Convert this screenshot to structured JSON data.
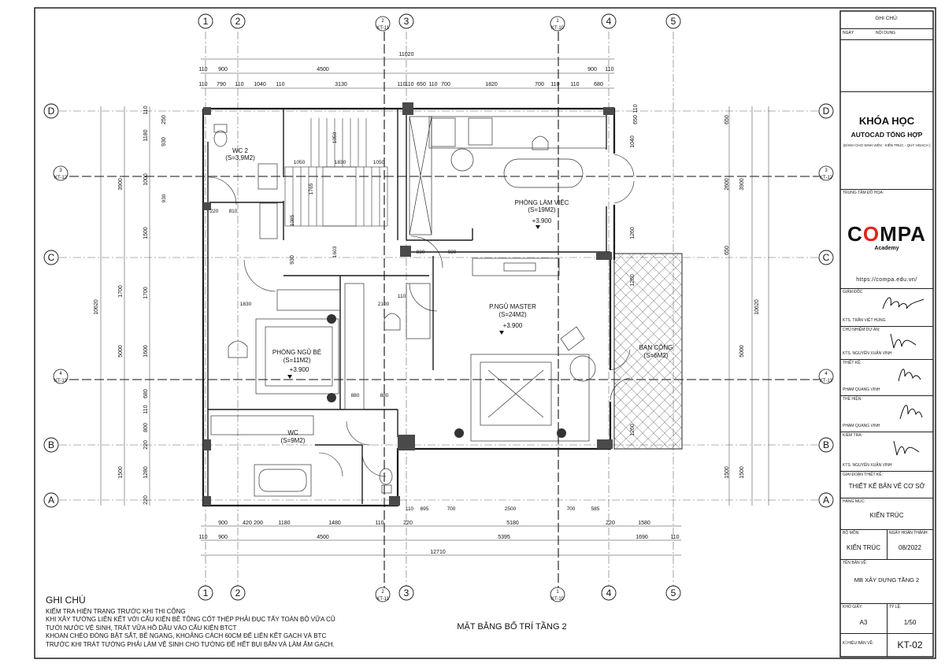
{
  "drawing": {
    "title": "MẶT BẰNG BỐ TRÍ TẦNG 2",
    "grid_numbers": [
      "1",
      "2",
      "3",
      "4",
      "5"
    ],
    "grid_letters": [
      "D",
      "C",
      "B",
      "A"
    ],
    "section_marks": [
      {
        "num": "2",
        "ref": "KT-11"
      },
      {
        "num": "1",
        "ref": "KT-10"
      },
      {
        "num": "3",
        "ref": "KT-12"
      },
      {
        "num": "4",
        "ref": "KT-13"
      }
    ],
    "dims_top_total": "11020",
    "dims_top_row1": [
      "110",
      "900",
      "4500",
      "900",
      "110"
    ],
    "dims_top_row2": [
      "110",
      "790",
      "110",
      "1040",
      "110",
      "3130",
      "110",
      "110",
      "650",
      "110",
      "700",
      "1820",
      "700",
      "110",
      "110",
      "680"
    ],
    "dims_bottom_row1": [
      "900",
      "420",
      "200",
      "1180",
      "1480",
      "110",
      "220",
      "5180",
      "220",
      "1580"
    ],
    "dims_bottom_row2": [
      "110",
      "900",
      "4500",
      "5395",
      "1690",
      "110"
    ],
    "dims_bottom_total": "12710",
    "dims_left_total": "10620",
    "dims_right_total": "10620",
    "dims_left_a": [
      "3900",
      "1700",
      "5000",
      "1500"
    ],
    "dims_left_b": [
      "110",
      "1180",
      "1000",
      "1500",
      "1700",
      "1600",
      "680",
      "110",
      "800",
      "220",
      "1280",
      "220"
    ],
    "dims_left_c": [
      "250",
      "930",
      "930"
    ],
    "dims_right_a": [
      "3900",
      "5000",
      "1500"
    ],
    "dims_right_b": [
      "650",
      "2600",
      "650",
      "1500"
    ],
    "dims_right_c": [
      "110",
      "650",
      "1040",
      "1260",
      "1260",
      "1260"
    ],
    "dims_inner": [
      "1050",
      "1830",
      "1050",
      "1765",
      "1050",
      "1085",
      "1603",
      "220",
      "810",
      "830",
      "930",
      "1830",
      "2100",
      "110",
      "880",
      "880",
      "695",
      "700",
      "2500",
      "700",
      "585",
      "110",
      "930"
    ],
    "rooms": [
      {
        "name": "WC 2",
        "area": "(S=3,9M2)"
      },
      {
        "name": "PHÒNG LÀM VIỆC",
        "area": "(S=19M2)",
        "level": "+3.900"
      },
      {
        "name": "P.NGỦ MASTER",
        "area": "(S=24M2)",
        "level": "+3.900"
      },
      {
        "name": "PHÒNG NGỦ BÉ",
        "area": "(S=11M2)",
        "level": "+3.900"
      },
      {
        "name": "BAN CÔNG",
        "area": "(S=6M2)"
      },
      {
        "name": "WC",
        "area": "(S=9M2)"
      }
    ]
  },
  "notes": {
    "title": "GHI CHÚ",
    "lines": [
      "KIỂM TRA HIỆN TRẠNG TRƯỚC KHI THI CÔNG",
      "KHI XÂY TƯỜNG LIÊN KẾT VỚI CẤU KIỆN BÊ TÔNG CỐT THÉP PHẢI ĐỤC TẨY TOÀN BỘ VỮA CŨ",
      "TƯỚI NƯỚC VỆ SINH, TRÁT VỮA HỒ DẦU VÀO CẤU KIỆN BTCT",
      "KHOAN CHÉO ĐÓNG BẬT SẮT, BẺ NGANG, KHOẢNG CÁCH 60CM ĐỂ LIÊN KẾT GẠCH VÀ BTC",
      "TRƯỚC KHI TRÁT TƯỜNG PHẢI LÀM VỆ SINH CHO TƯỜNG ĐỂ HẾT BỤI BẨN VÀ LÀM ẨM GẠCH."
    ]
  },
  "title_block": {
    "ghi_chu": "GHI CHÚ:",
    "ngay": "NGÀY",
    "noi_dung": "NỘI DUNG",
    "course_line1": "KHÓA HỌC",
    "course_line2": "AUTOCAD TỔNG HỢP",
    "course_sub": "(DÀNH CHO SINH VIÊN : KIẾN TRÚC - QUY HOẠCH )",
    "center_label": "TRUNG TÂM ĐỒ HỌA:",
    "logo": "COMPA",
    "logo_sub": "Academy",
    "website": "https://compa.edu.vn/",
    "giam_doc_label": "GIÁM ĐỐC",
    "giam_doc_name": "KTS. TRẦN VIỆT HÙNG",
    "chu_nhiem_label": "CHỦ NHIỆM DỰ ÁN:",
    "chu_nhiem_name": "KTS. NGUYỄN XUÂN VINH",
    "thiet_ke_label": "THIẾT KẾ:",
    "thiet_ke_name": "PHẠM QUANG VINH",
    "thuc_hien_label": "THỂ HIỆN:",
    "thuc_hien_name": "PHẠM QUANG VINH",
    "kiem_tra_label": "KIỂM TRA:",
    "kiem_tra_name": "KTS. NGUYỄN XUÂN VINH",
    "giai_doan_label": "GIAI ĐOẠN THIẾT KẾ:",
    "giai_doan_value": "THIẾT KẾ BẢN VẼ CƠ SỞ",
    "hang_muc_label": "HẠNG MỤC:",
    "hang_muc_value": "KIẾN TRÚC",
    "bo_mon_label": "BỘ MÔN:",
    "bo_mon_value": "KIẾN TRÚC",
    "ngay_ht_label": "NGÀY HOÀN THÀNH:",
    "ngay_ht_value": "08/2022",
    "ten_ban_ve_label": "TÊN BẢN VẼ:",
    "ten_ban_ve_value": "MB XÂY DỰNG TẦNG 2",
    "kho_giay_label": "KHỔ GIẤY:",
    "kho_giay_value": "A3",
    "ty_le_label": "TỶ LỆ:",
    "ty_le_value": "1/50",
    "ky_hieu_label": "KÍ HIỆU BẢN VẼ:",
    "ky_hieu_value": "KT-02"
  },
  "colors": {
    "line": "#1a1a1a",
    "hatch": "#555555",
    "column": "#4a4a4a",
    "logo_dark": "#111111",
    "logo_accent": "#e2231a"
  }
}
